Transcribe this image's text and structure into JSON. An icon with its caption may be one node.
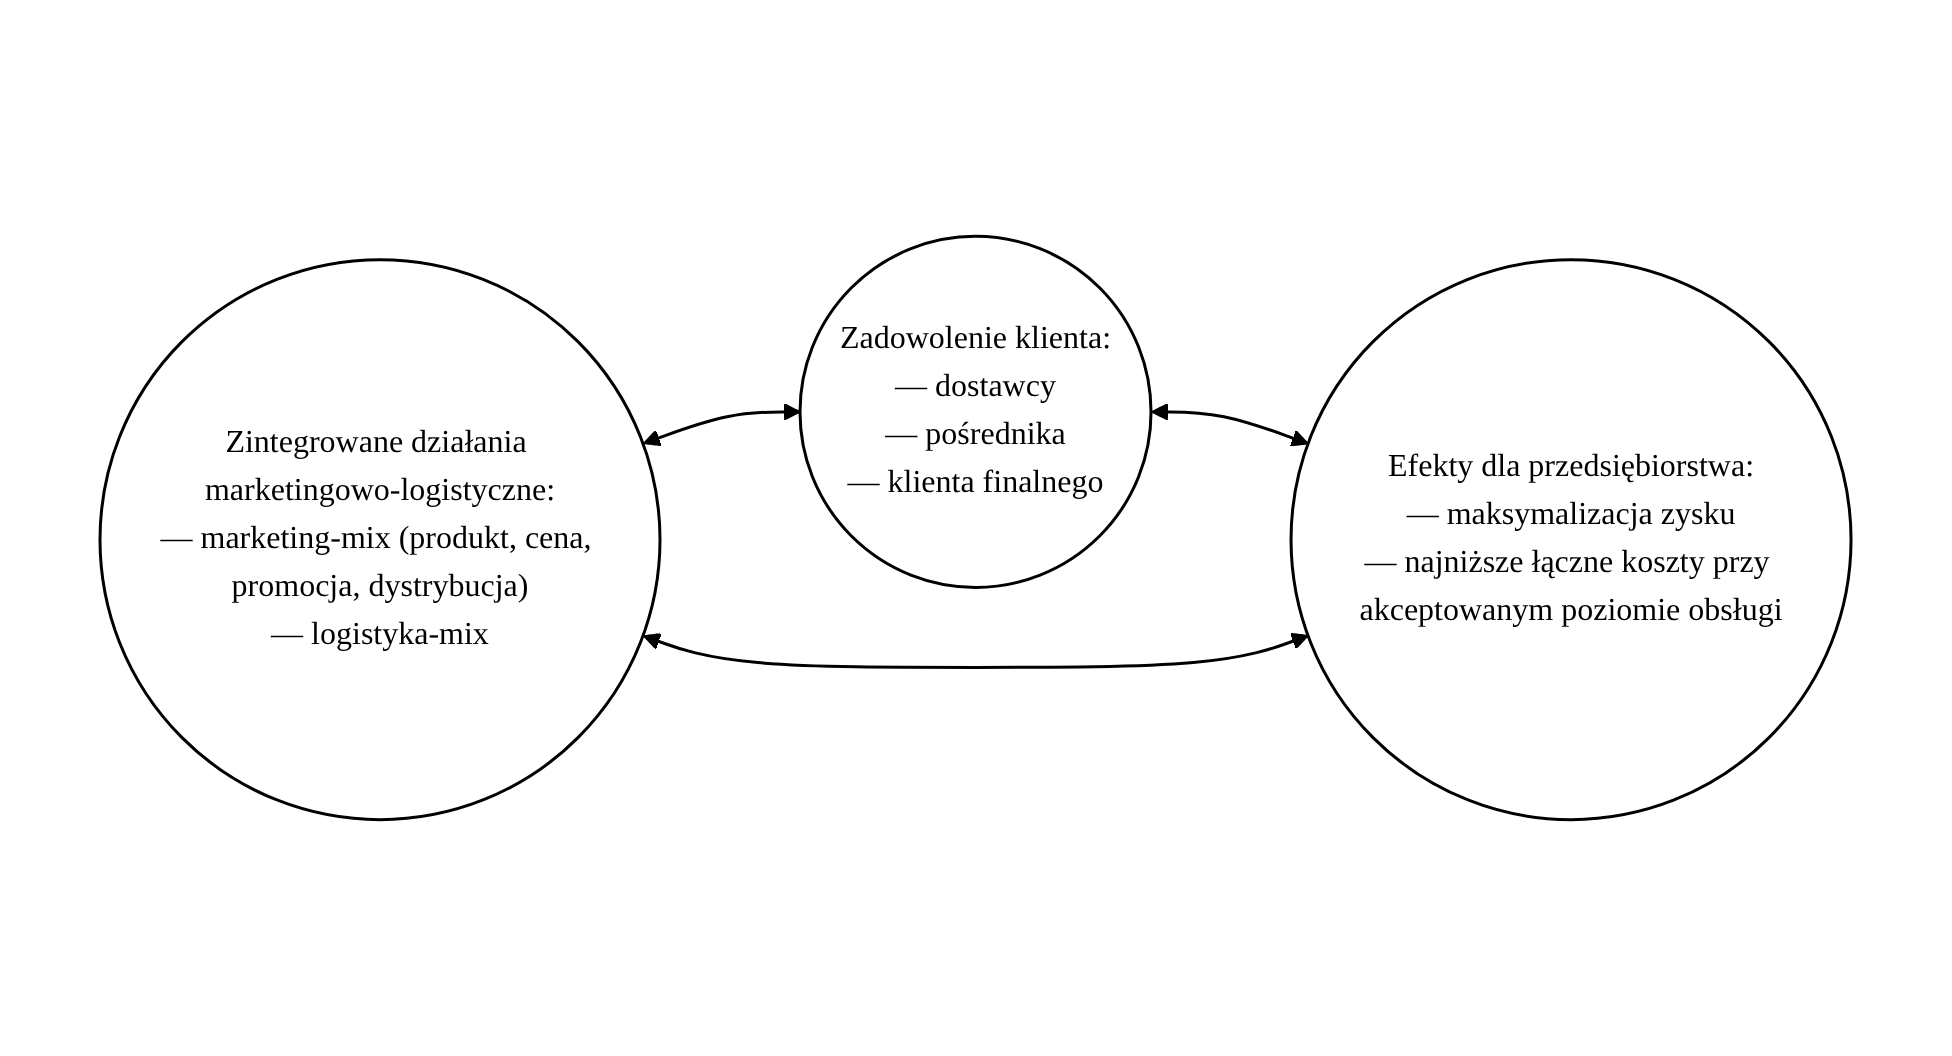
{
  "diagram": {
    "nodes": [
      {
        "text": [
          "Zadowolenie klienta:",
          "— dostawcy",
          "— pośrednika",
          "— klienta finalnego"
        ]
      },
      {
        "text": [
          "Zintegrowane działania marketingowo-logistyczne:",
          "— marketing-mix (produkt, cena, promocja, dystrybucja)",
          "— logistyka-mix"
        ]
      },
      {
        "text": [
          "Efekty dla przedsiębiorstwa:",
          "— maksymalizacja zysku",
          "— najniższe łączne koszty przy akceptowanym poziomie obsługi"
        ]
      }
    ],
    "edges": [
      {
        "from": 1,
        "to": 0,
        "arrow": "both"
      },
      {
        "from": 0,
        "to": 2,
        "arrow": "both"
      },
      {
        "from": 1,
        "to": 2,
        "arrow": "both"
      }
    ]
  }
}
